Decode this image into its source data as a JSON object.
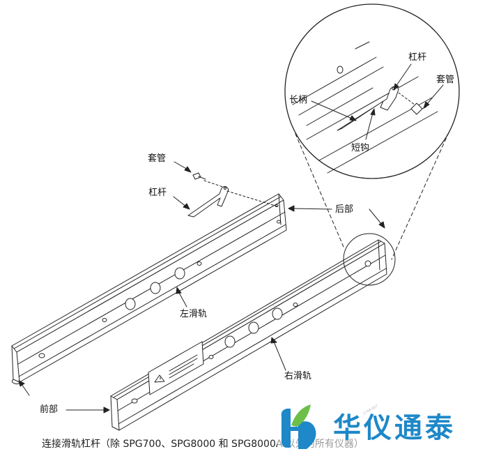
{
  "labels": {
    "sleeve_main": "套管",
    "lever_main": "杠杆",
    "rear": "后部",
    "left_rail": "左滑轨",
    "right_rail": "右滑轨",
    "front": "前部",
    "lever_zoom": "杠杆",
    "sleeve_zoom": "套管",
    "long_handle": "长柄",
    "short_hook": "短钩"
  },
  "part_number": "1748-007",
  "caption": "连接滑轨杠杆（除 SPG700、SPG8000 和 SPG8000A 以外的所有仪器）",
  "watermark": {
    "text": "华仪通泰",
    "blue": "#1e88c8",
    "green": "#6cc04a"
  }
}
